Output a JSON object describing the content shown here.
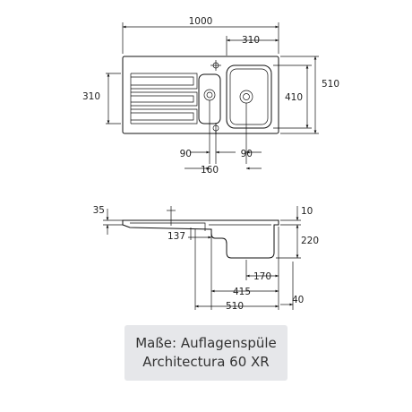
{
  "top_view": {
    "dim_total_width": "1000",
    "dim_bowl_width": "310",
    "dim_depth_left": "310",
    "dim_bowl_depth": "410",
    "dim_total_depth": "510",
    "dim_drain_left": "90",
    "dim_drain_right": "90",
    "dim_drain_spacing": "160"
  },
  "side_view": {
    "dim_rim": "35",
    "dim_drainer_depth": "137",
    "dim_top": "10",
    "dim_bowl_depth": "220",
    "dim_outlet": "170",
    "dim_bowl_offset": "415",
    "dim_overall": "510",
    "dim_edge": "40"
  },
  "caption": {
    "line1": "Maße: Auflagenspüle",
    "line2": "Architectura 60 XR"
  }
}
